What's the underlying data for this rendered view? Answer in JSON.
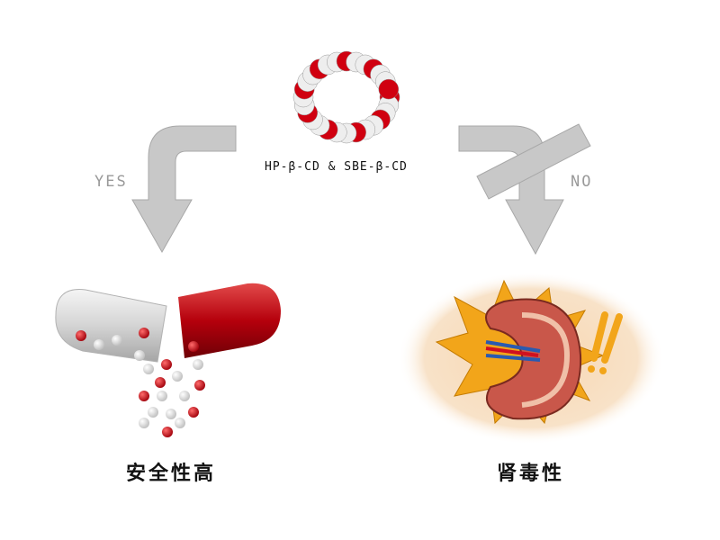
{
  "molecule": {
    "label": "HP-β-CD & SBE-β-CD"
  },
  "branches": [
    {
      "answer": "YES",
      "result": "安全性高"
    },
    {
      "answer": "NO",
      "result": "肾毒性"
    }
  ],
  "colors": {
    "arrow": "#c8c8c8",
    "arrow_border": "#a8a8a8",
    "red": "#c0101a",
    "orange": "#f2a51a",
    "halo": "#f7dcc0"
  }
}
